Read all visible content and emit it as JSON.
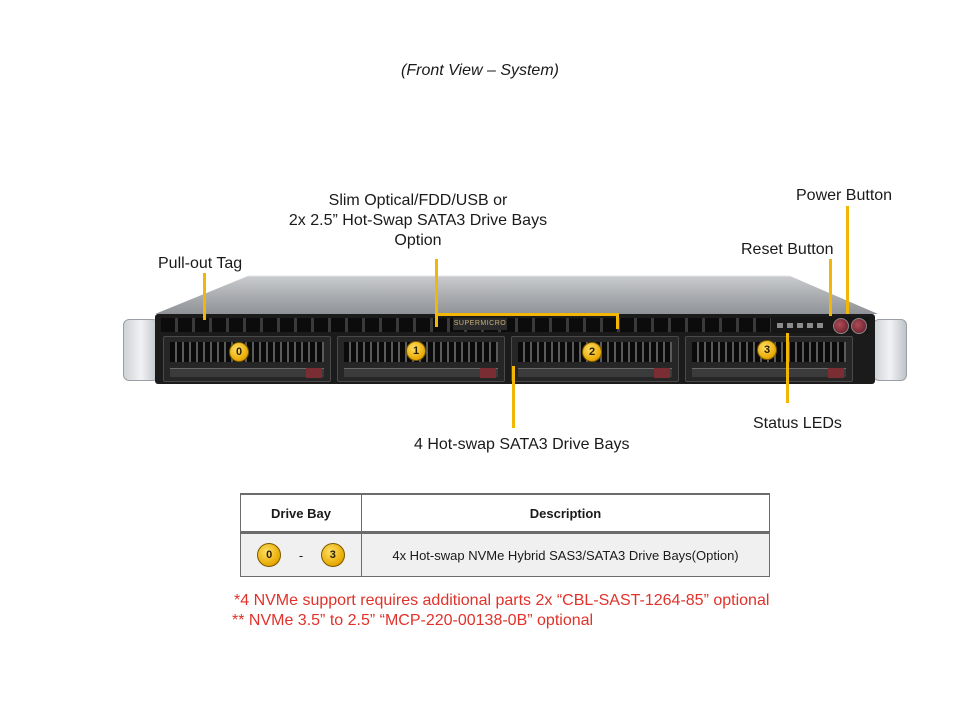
{
  "caption": "(Front View – System)",
  "labels": {
    "optical_line1": "Slim Optical/FDD/USB or",
    "optical_line2": "2x 2.5” Hot-Swap  SATA3 Drive Bays",
    "optical_line3": "Option",
    "pull_out_tag": "Pull-out Tag",
    "power_button": "Power Button",
    "reset_button": "Reset Button",
    "status_leds": "Status  LEDs",
    "drive_bays": "4 Hot-swap  SATA3 Drive Bays"
  },
  "chassis": {
    "logo": "SUPERMICRO",
    "bays": [
      "0",
      "1",
      "2",
      "3"
    ]
  },
  "table": {
    "headers": [
      "Drive Bay",
      "Description"
    ],
    "row": {
      "bay_from": "0",
      "separator": "-",
      "bay_to": "3",
      "description": "4x Hot-swap  NVMe  Hybrid  SAS3/SATA3  Drive  Bays(Option)"
    }
  },
  "notes": [
    "*4 NVMe support requires additional parts 2x “CBL-SAST-1264-85” optional",
    "** NVMe 3.5” to 2.5” “MCP-220-00138-0B” optional"
  ],
  "colors": {
    "leader": "#f2b705",
    "badge": "#e8a800",
    "note_text": "#e0322a"
  }
}
